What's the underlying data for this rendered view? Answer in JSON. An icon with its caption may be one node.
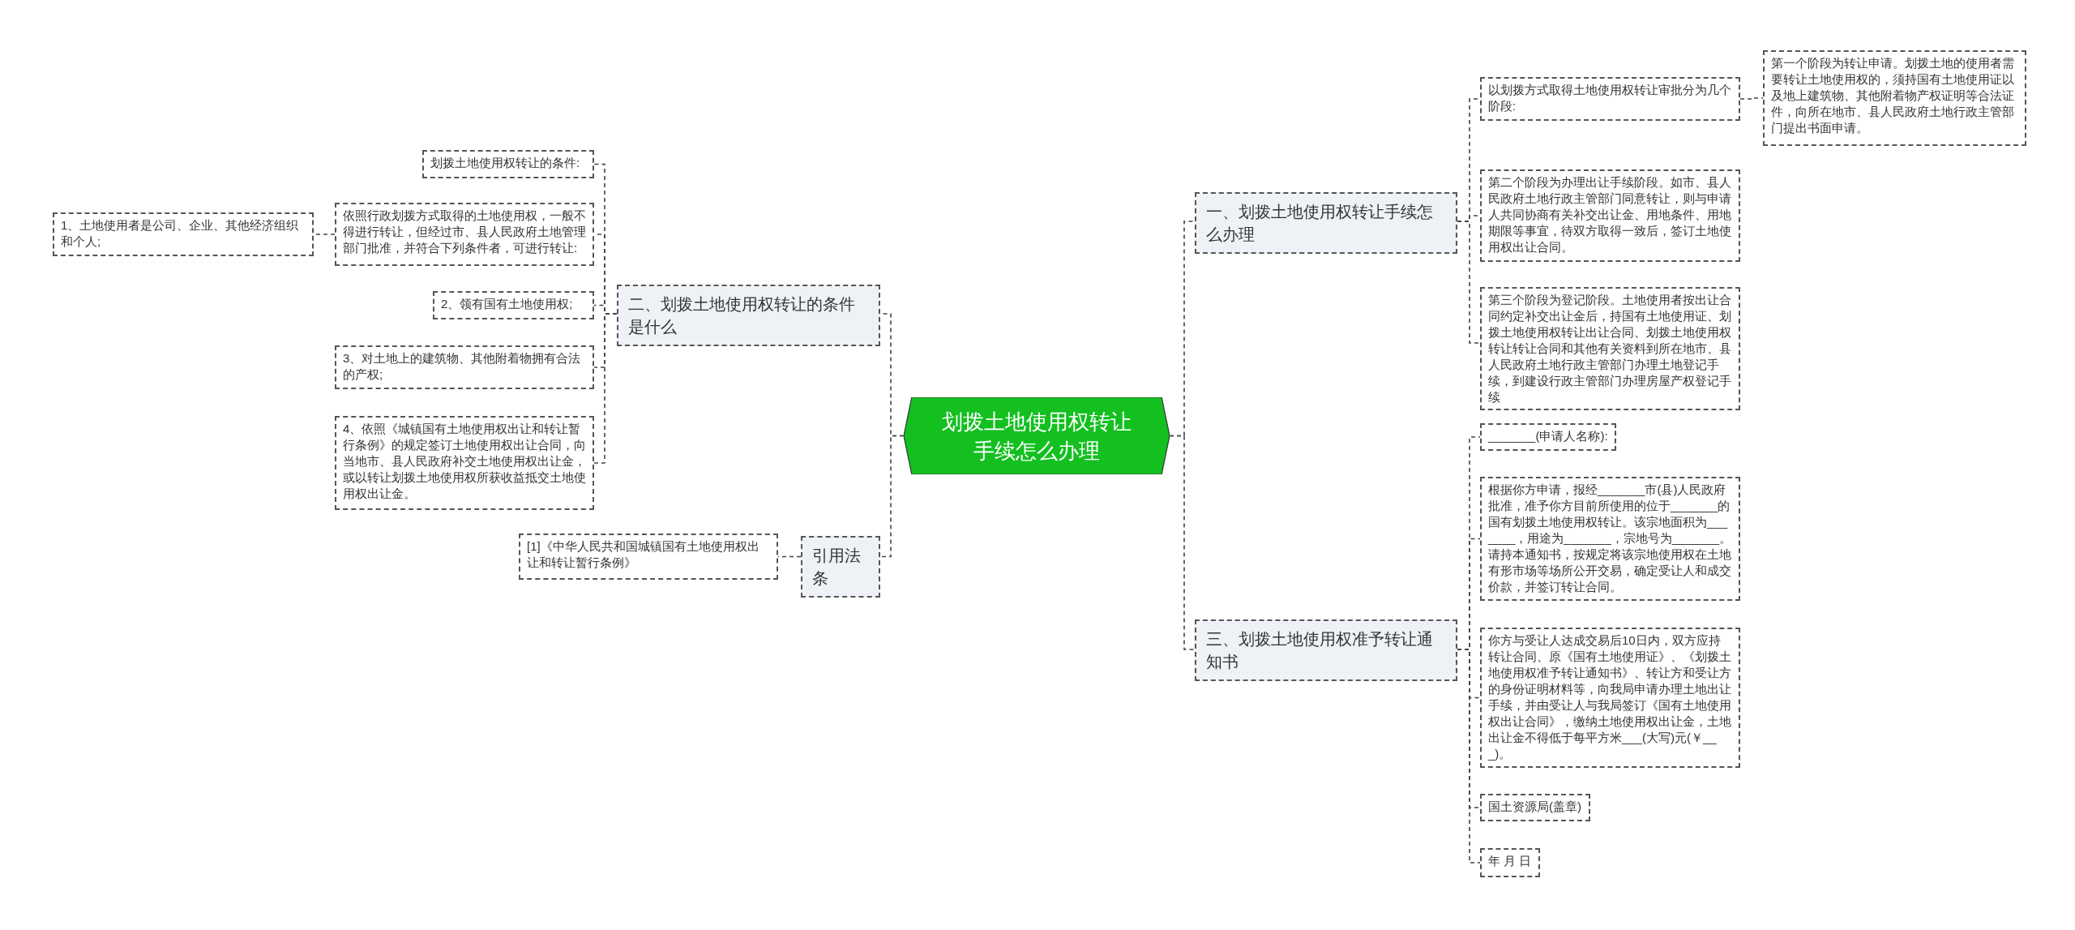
{
  "diagram": {
    "nodes": [
      {
        "text": [
          "划拨土地使用权转让手续怎么办理"
        ]
      },
      {
        "text": [
          "一、划拨土地使用权转让手续怎么办理"
        ]
      },
      {
        "text": [
          "以划拨方式取得土地使用权转让审批分为几个阶段:"
        ]
      },
      {
        "text": [
          "第一个阶段为转让申请。划拨土地的使用者需要转让土地使用权的，须持国有土地使用证以及地上建筑物、其他附着物产权证明等合法证件，向所在地市、县人民政府土地行政主管部门提出书面申请。"
        ]
      },
      {
        "text": [
          "第二个阶段为办理出让手续阶段。如市、县人民政府土地行政主管部门同意转让，则与申请人共同协商有关补交出让金、用地条件、用地期限等事宜，待双方取得一致后，签订土地使用权出让合同。"
        ]
      },
      {
        "text": [
          "第三个阶段为登记阶段。土地使用者按出让合同约定补交出让金后，持国有土地使用证、划拨土地使用权转让出让合同、划拨土地使用权转让转让合同和其他有关资料到所在地市、县人民政府土地行政主管部门办理土地登记手续，到建设行政主管部门办理房屋产权登记手续"
        ]
      },
      {
        "text": [
          "三、划拨土地使用权准予转让通知书"
        ]
      },
      {
        "text": [
          "_______(申请人名称):"
        ]
      },
      {
        "text": [
          "根据你方申请，报经_______市(县)人民政府批准，准予你方目前所使用的位于_______的国有划拨土地使用权转让。该宗地面积为_______，用途为_______，宗地号为_______。请持本通知书，按规定将该宗地使用权在土地有形市场等场所公开交易，确定受让人和成交价款，并签订转让合同。"
        ]
      },
      {
        "text": [
          "你方与受让人达成交易后10日内，双方应持转让合同、原《国有土地使用证》、《划拨土地使用权准予转让通知书》、转让方和受让方的身份证明材料等，向我局申请办理土地出让手续，并由受让人与我局签订《国有土地使用权出让合同》，缴纳土地使用权出让金，土地出让金不得低于每平方米___(大写)元(￥___)。"
        ]
      },
      {
        "text": [
          "国土资源局(盖章)"
        ]
      },
      {
        "text": [
          "年 月 日"
        ]
      },
      {
        "text": [
          "二、划拨土地使用权转让的条件是什么"
        ]
      },
      {
        "text": [
          "划拨土地使用权转让的条件:"
        ]
      },
      {
        "text": [
          "依照行政划拨方式取得的土地使用权，一般不得进行转让，但经过市、县人民政府土地管理部门批准，并符合下列条件者，可进行转让:"
        ]
      },
      {
        "text": [
          "1、土地使用者是公司、企业、其他经济组织和个人;"
        ]
      },
      {
        "text": [
          "2、领有国有土地使用权;"
        ]
      },
      {
        "text": [
          "3、对土地上的建筑物、其他附着物拥有合法的产权;"
        ]
      },
      {
        "text": [
          "4、依照《城镇国有土地使用权出让和转让暂行条例》的规定签订土地使用权出让合同，向当地市、县人民政府补交土地使用权出让金，或以转让划拨土地使用权所获收益抵交土地使用权出让金。"
        ]
      },
      {
        "text": [
          "引用法条"
        ]
      },
      {
        "text": [
          "[1]《中华人民共和国城镇国有土地使用权出让和转让暂行条例》"
        ]
      }
    ],
    "edges": [
      {
        "from": 0,
        "to": 1,
        "arrow": "none"
      },
      {
        "from": 1,
        "to": 2,
        "arrow": "none"
      },
      {
        "from": 2,
        "to": 3,
        "arrow": "none"
      },
      {
        "from": 1,
        "to": 4,
        "arrow": "none"
      },
      {
        "from": 1,
        "to": 5,
        "arrow": "none"
      },
      {
        "from": 0,
        "to": 6,
        "arrow": "none"
      },
      {
        "from": 6,
        "to": 7,
        "arrow": "none"
      },
      {
        "from": 6,
        "to": 8,
        "arrow": "none"
      },
      {
        "from": 6,
        "to": 9,
        "arrow": "none"
      },
      {
        "from": 6,
        "to": 10,
        "arrow": "none"
      },
      {
        "from": 6,
        "to": 11,
        "arrow": "none"
      },
      {
        "from": 0,
        "to": 12,
        "arrow": "none"
      },
      {
        "from": 12,
        "to": 13,
        "arrow": "none"
      },
      {
        "from": 12,
        "to": 14,
        "arrow": "none"
      },
      {
        "from": 14,
        "to": 15,
        "arrow": "none"
      },
      {
        "from": 12,
        "to": 16,
        "arrow": "none"
      },
      {
        "from": 12,
        "to": 17,
        "arrow": "none"
      },
      {
        "from": 12,
        "to": 18,
        "arrow": "none"
      },
      {
        "from": 0,
        "to": 19,
        "arrow": "none"
      },
      {
        "from": 19,
        "to": 20,
        "arrow": "none"
      }
    ]
  }
}
